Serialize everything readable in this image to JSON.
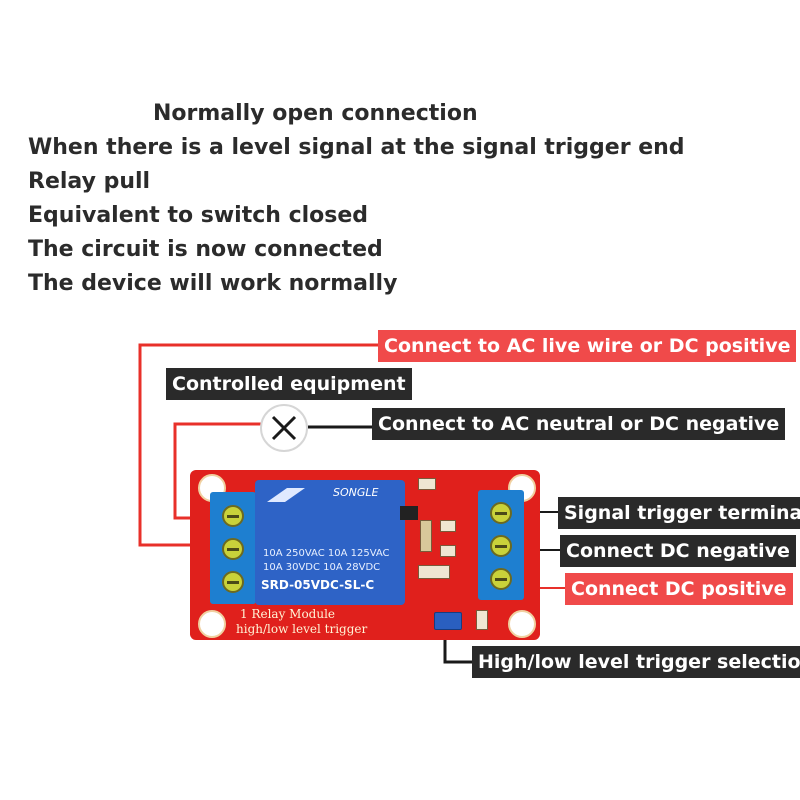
{
  "description": {
    "heading": "Normally open connection",
    "lines": [
      "When there is a level signal at the signal trigger end",
      "Relay pull",
      "Equivalent to switch closed",
      "The circuit is now connected",
      "The device will work normally"
    ]
  },
  "labels": {
    "ac_live": "Connect to AC live wire or DC positive",
    "controlled_equipment": "Controlled equipment",
    "ac_neutral": "Connect to AC neutral or DC negative",
    "signal_trigger": "Signal trigger terminal",
    "dc_negative": "Connect DC negative",
    "dc_positive": "Connect DC positive",
    "trigger_selection": "High/low level trigger selection"
  },
  "relay": {
    "brand": "SONGLE",
    "spec_lines": [
      "10A 250VAC  10A 125VAC",
      "10A  30VDC  10A  28VDC"
    ],
    "model": "SRD-05VDC-SL-C"
  },
  "board": {
    "line1": "1 Relay   Module",
    "line2": "high/low  level trigger"
  },
  "colors": {
    "red_label": "#f04a4a",
    "dark_label": "#2a2a2a",
    "wire_red": "#e8302a",
    "wire_dark": "#1a1a1a",
    "board": "#e0201c",
    "relay": "#2e63c6",
    "terminal": "#1e7fd0"
  },
  "icons": {
    "lamp": "x-in-circle-lamp-icon"
  }
}
